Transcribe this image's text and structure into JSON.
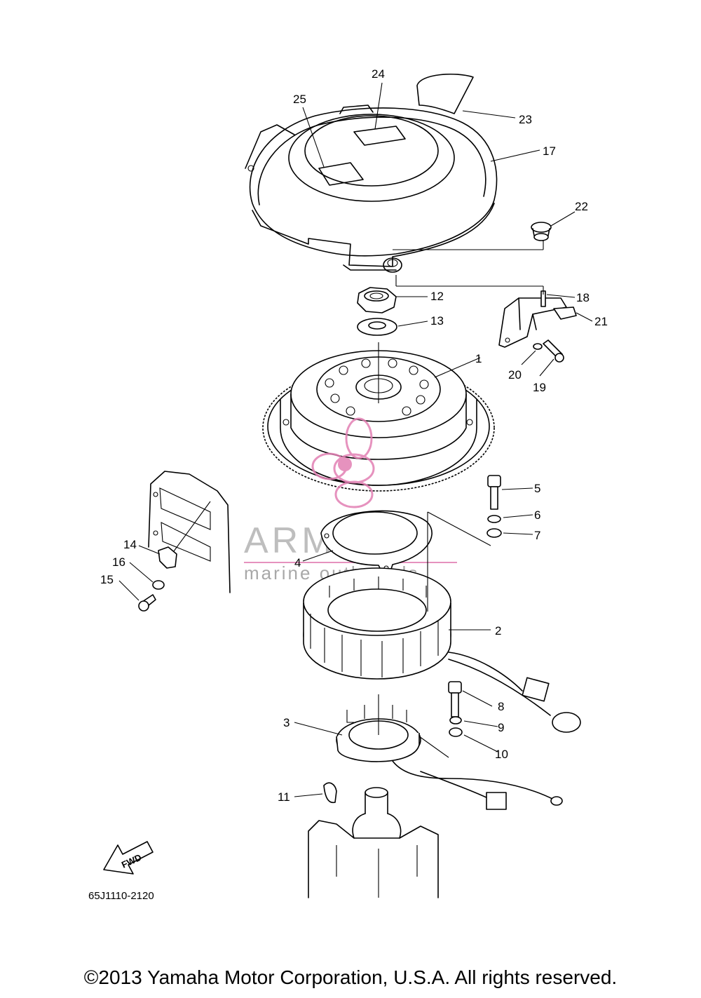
{
  "diagram": {
    "callouts": [
      "1",
      "2",
      "3",
      "4",
      "5",
      "6",
      "7",
      "8",
      "9",
      "10",
      "11",
      "12",
      "13",
      "14",
      "15",
      "16",
      "17",
      "18",
      "19",
      "20",
      "21",
      "22",
      "23",
      "24",
      "25"
    ],
    "diagram_code": "65J1110-2120",
    "fwd_label": "FWD"
  },
  "watermark": {
    "brand": "ARMADA",
    "tagline": "marine outboards",
    "color": "#e27fb3"
  },
  "footer": {
    "copyright": "©2013 Yamaha Motor Corporation, U.S.A. All rights reserved."
  }
}
